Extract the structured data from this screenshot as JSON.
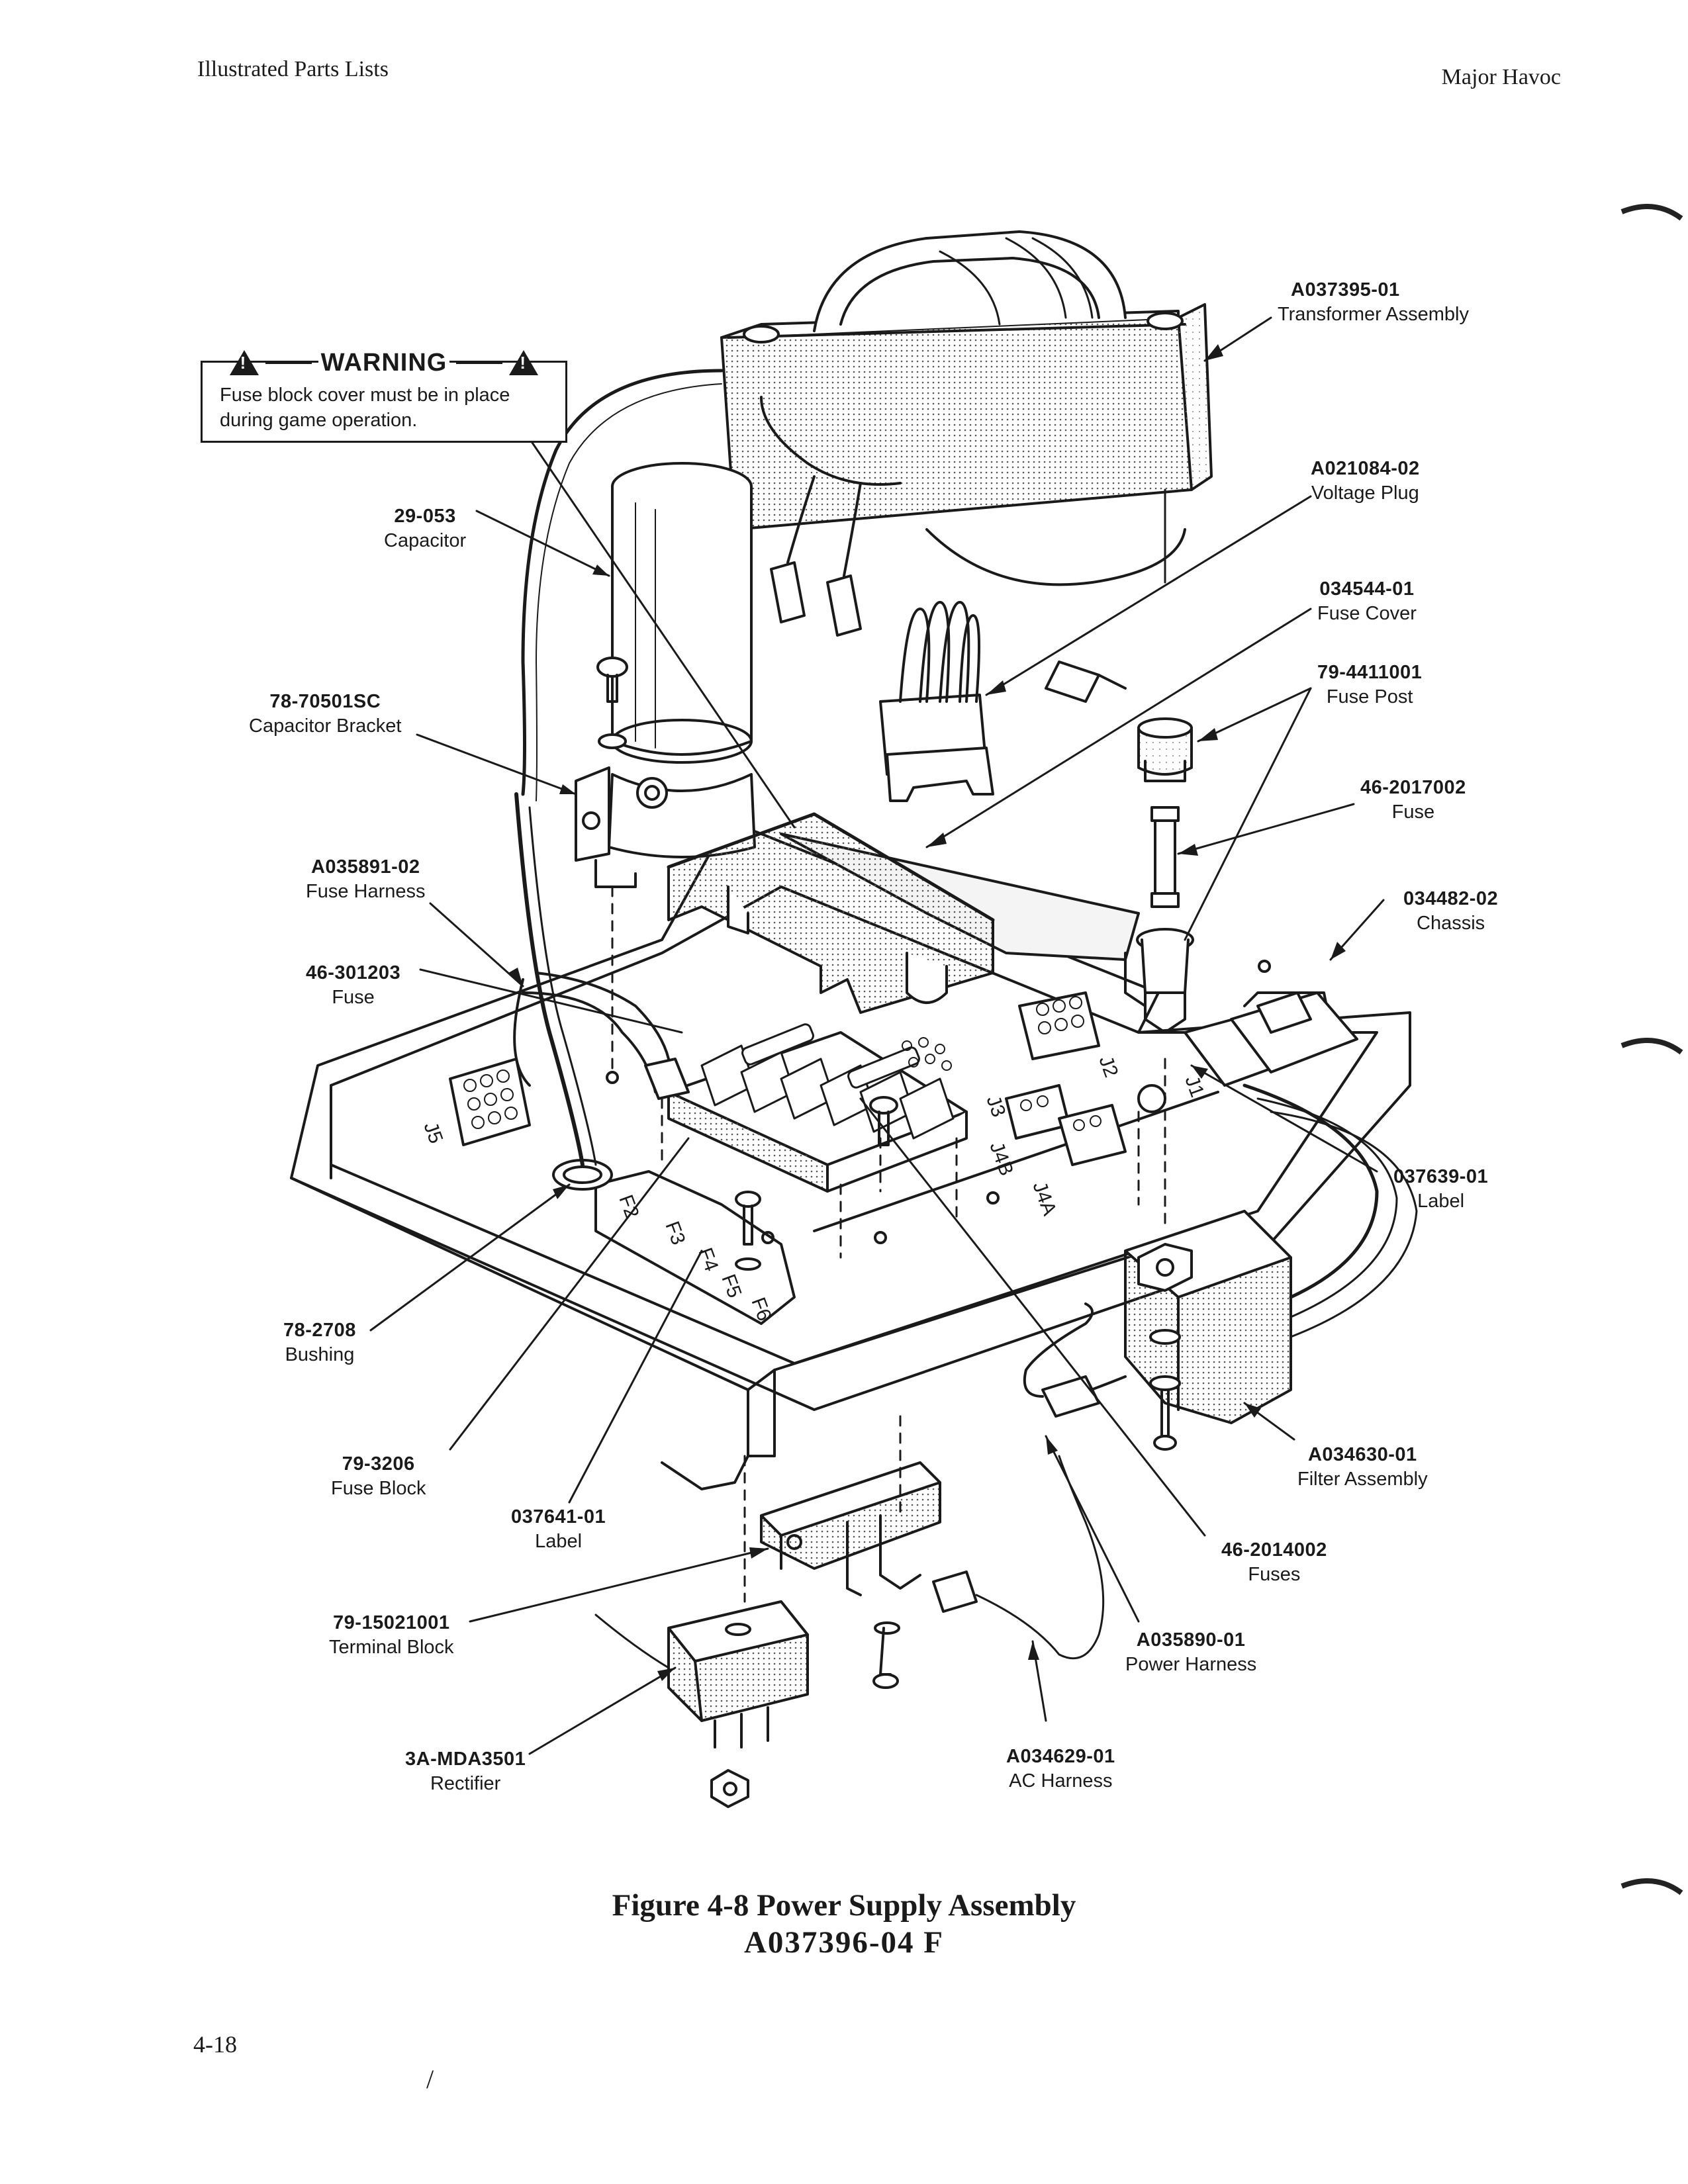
{
  "header": {
    "left": "Illustrated Parts Lists",
    "right": "Major Havoc"
  },
  "warning": {
    "title": "WARNING",
    "text": "Fuse block cover must be in place during game operation."
  },
  "callouts": [
    {
      "part": "A037395-01",
      "name": "Transformer Assembly"
    },
    {
      "part": "A021084-02",
      "name": "Voltage Plug"
    },
    {
      "part": "034544-01",
      "name": "Fuse Cover"
    },
    {
      "part": "79-4411001",
      "name": "Fuse Post"
    },
    {
      "part": "46-2017002",
      "name": "Fuse"
    },
    {
      "part": "034482-02",
      "name": "Chassis"
    },
    {
      "part": "037639-01",
      "name": "Label"
    },
    {
      "part": "A034630-01",
      "name": "Filter Assembly"
    },
    {
      "part": "46-2014002",
      "name": "Fuses"
    },
    {
      "part": "A035890-01",
      "name": "Power Harness"
    },
    {
      "part": "A034629-01",
      "name": "AC Harness"
    },
    {
      "part": "3A-MDA3501",
      "name": "Rectifier"
    },
    {
      "part": "79-15021001",
      "name": "Terminal Block"
    },
    {
      "part": "037641-01",
      "name": "Label"
    },
    {
      "part": "79-3206",
      "name": "Fuse Block"
    },
    {
      "part": "78-2708",
      "name": "Bushing"
    },
    {
      "part": "46-301203",
      "name": "Fuse"
    },
    {
      "part": "A035891-02",
      "name": "Fuse Harness"
    },
    {
      "part": "78-70501SC",
      "name": "Capacitor Bracket"
    },
    {
      "part": "29-053",
      "name": "Capacitor"
    }
  ],
  "board_labels": {
    "j1": "J1",
    "j2": "J2",
    "j3": "J3",
    "j4a": "J4A",
    "j4b": "J4B",
    "j5": "J5",
    "f2": "F2",
    "f3": "F3",
    "f4": "F4",
    "f5": "F5",
    "f6": "F6"
  },
  "figure": {
    "caption": "Figure 4-8 Power Supply Assembly",
    "number": "A037396-04   F"
  },
  "page_number": "4-18",
  "stray_mark": "/"
}
